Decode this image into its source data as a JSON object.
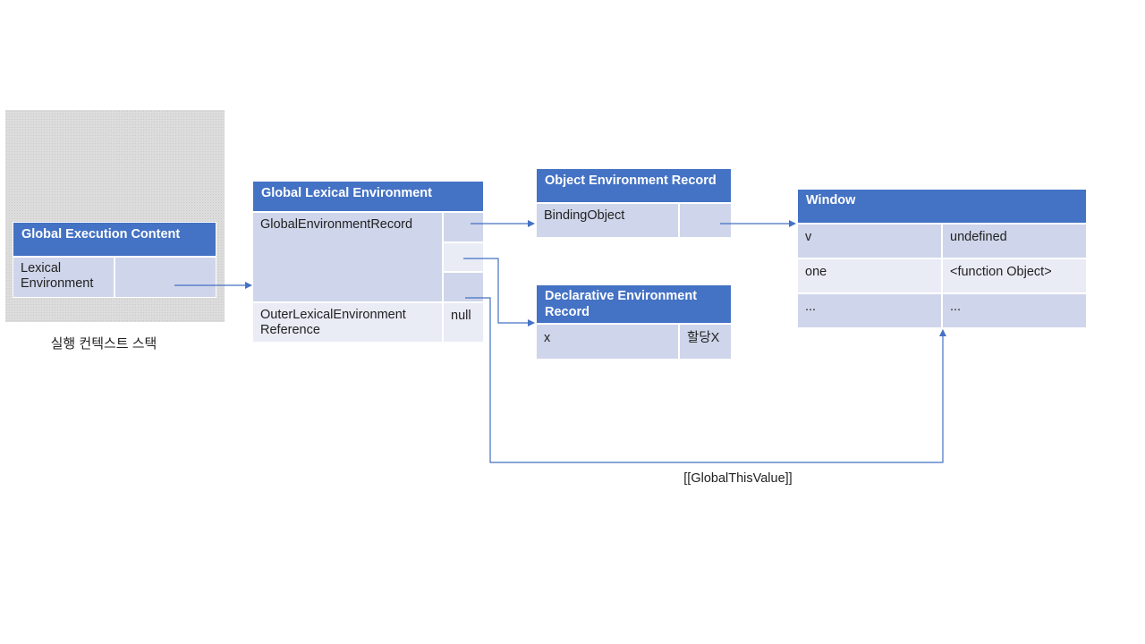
{
  "stack": {
    "label": "실행 컨텍스트 스택"
  },
  "execution_context": {
    "title": "Global Execution Content",
    "row_label": "Lexical\nEnvironment"
  },
  "lexical_env": {
    "title": "Global Lexical Environment",
    "record_label": "GlobalEnvironmentRecord",
    "outer_label": "OuterLexicalEnvironment\nReference",
    "outer_value": "null"
  },
  "object_record": {
    "title": "Object Environment Record",
    "row_label": "BindingObject"
  },
  "declarative_record": {
    "title": "Declarative Environment\nRecord",
    "row_label": "x",
    "row_value": "할당X"
  },
  "window": {
    "title": "Window",
    "rows": [
      {
        "key": "v",
        "value": "undefined"
      },
      {
        "key": "one",
        "value": "<function Object>"
      },
      {
        "key": "...",
        "value": "..."
      }
    ]
  },
  "edge": {
    "label": "[[GlobalThisValue]]"
  },
  "colors": {
    "header": "#4472c4",
    "cell_dark": "#cfd5ea",
    "cell_light": "#e9ebf5",
    "arrow": "#4472c4",
    "stack_bg": "#dcdcdc"
  }
}
